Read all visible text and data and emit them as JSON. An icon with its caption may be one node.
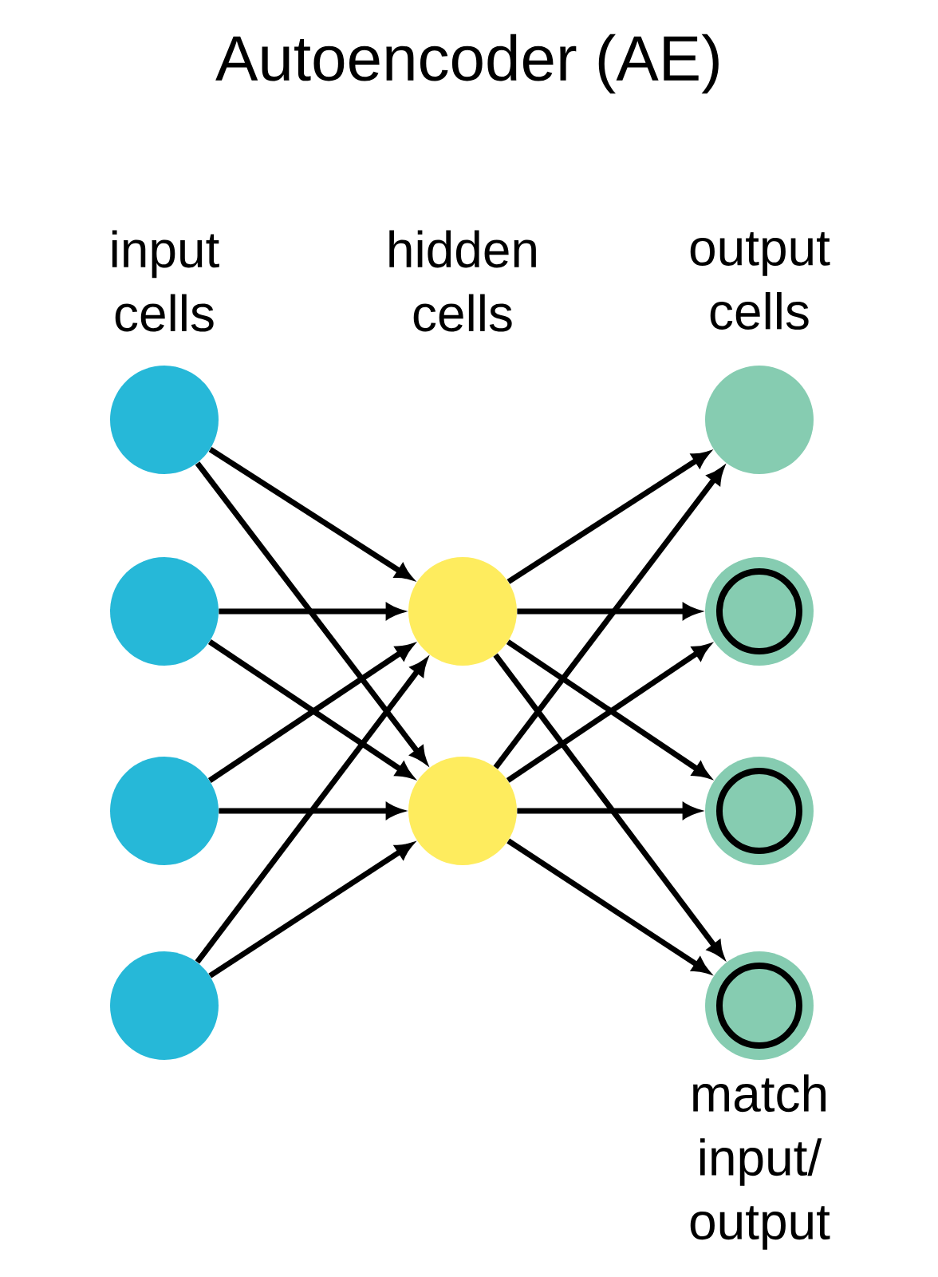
{
  "diagram": {
    "title": "Autoencoder (AE)",
    "nodes": [
      {
        "text": [],
        "shape": "circle"
      },
      {
        "text": [],
        "shape": "circle"
      },
      {
        "text": [],
        "shape": "circle"
      },
      {
        "text": [],
        "shape": "circle"
      },
      {
        "text": [],
        "shape": "circle"
      },
      {
        "text": [],
        "shape": "circle"
      },
      {
        "text": [],
        "shape": "circle"
      },
      {
        "text": [],
        "shape": "circle"
      },
      {
        "text": [],
        "shape": "circle"
      },
      {
        "text": [],
        "shape": "circle"
      }
    ],
    "edges": [
      {
        "from": 0,
        "to": 4,
        "arrow": "to"
      },
      {
        "from": 0,
        "to": 5,
        "arrow": "to"
      },
      {
        "from": 1,
        "to": 4,
        "arrow": "to"
      },
      {
        "from": 1,
        "to": 5,
        "arrow": "to"
      },
      {
        "from": 2,
        "to": 4,
        "arrow": "to"
      },
      {
        "from": 2,
        "to": 5,
        "arrow": "to"
      },
      {
        "from": 3,
        "to": 4,
        "arrow": "to"
      },
      {
        "from": 3,
        "to": 5,
        "arrow": "to"
      },
      {
        "from": 4,
        "to": 6,
        "arrow": "to"
      },
      {
        "from": 4,
        "to": 7,
        "arrow": "to"
      },
      {
        "from": 4,
        "to": 8,
        "arrow": "to"
      },
      {
        "from": 4,
        "to": 9,
        "arrow": "to"
      },
      {
        "from": 5,
        "to": 6,
        "arrow": "to"
      },
      {
        "from": 5,
        "to": 7,
        "arrow": "to"
      },
      {
        "from": 5,
        "to": 8,
        "arrow": "to"
      },
      {
        "from": 5,
        "to": 9,
        "arrow": "to"
      }
    ],
    "labels": [
      "input cells",
      "hidden cells",
      "output cells",
      "match input/ output"
    ]
  }
}
